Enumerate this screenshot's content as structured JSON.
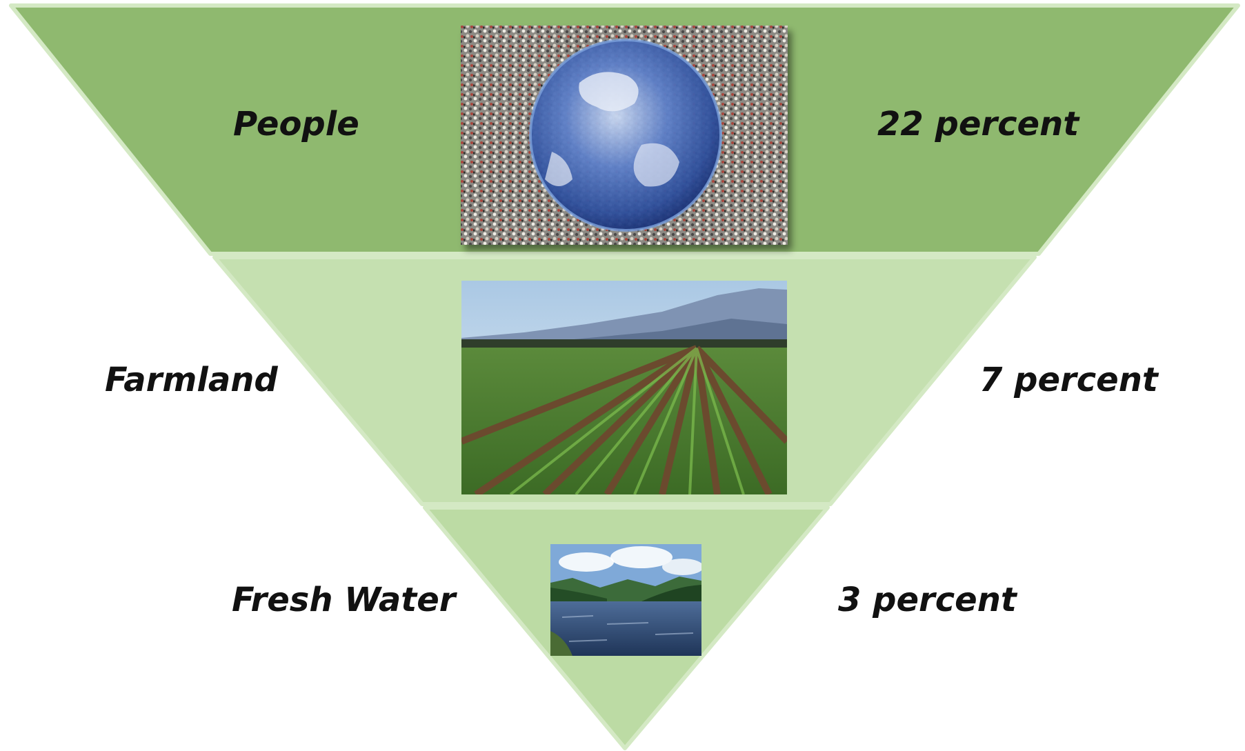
{
  "diagram": {
    "tiers": [
      {
        "name": "People",
        "percent": "22 percent",
        "color": "#8fb96f",
        "image": "crowd-globe"
      },
      {
        "name": "Farmland",
        "percent": "7 percent",
        "color": "#c5e0b0",
        "image": "crop-field"
      },
      {
        "name": "Fresh Water",
        "percent": "3 percent",
        "color": "#bcdba4",
        "image": "river"
      }
    ],
    "accent_colors": {
      "border": "#d4e9c4",
      "earth_blue": "#3b64b8",
      "field_green": "#3f8a2c",
      "water_blue": "#2f4f7f"
    }
  }
}
